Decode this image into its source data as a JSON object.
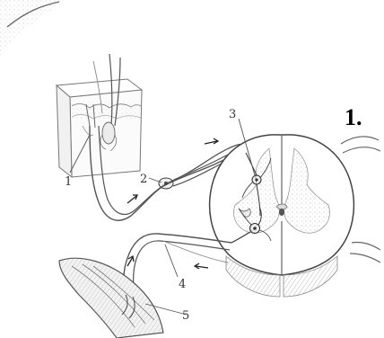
{
  "figure": {
    "section_number": "1.",
    "callouts": {
      "receptor": "1",
      "ganglion": "2",
      "interneuron": "3",
      "motor_fiber": "4",
      "muscle": "5"
    }
  }
}
